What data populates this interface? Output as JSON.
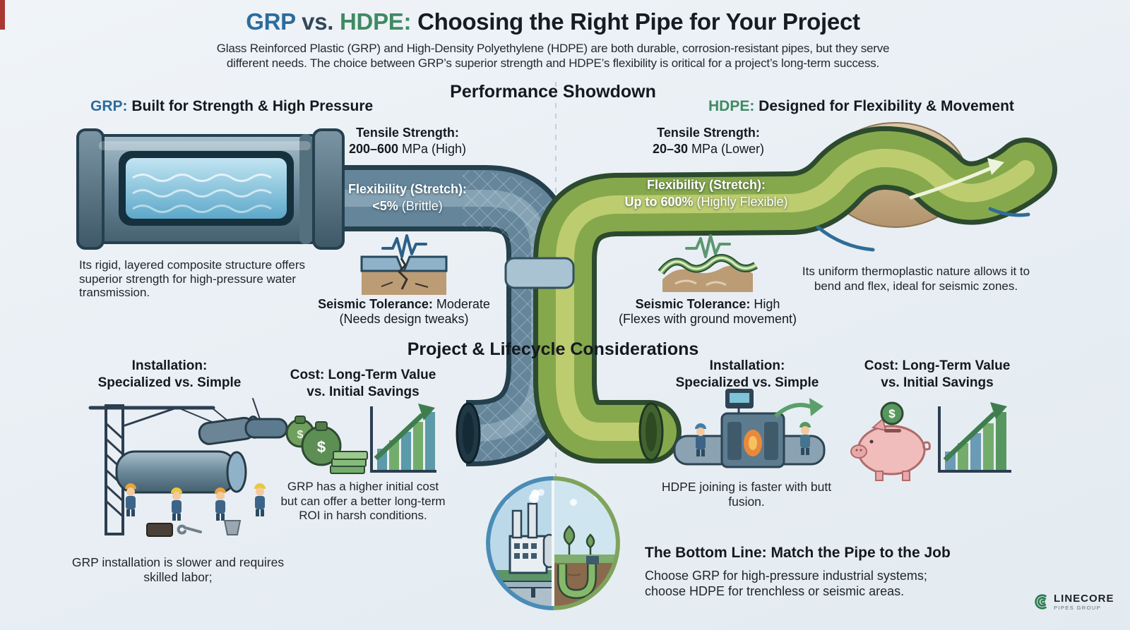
{
  "page": {
    "title": {
      "grp": "GRP",
      "vs": " vs. ",
      "hdpe": "HDPE:",
      "rest": " Choosing the Right Pipe for Your Project"
    },
    "subtitle": {
      "line1": "Glass Reinforced Plastic (GRP) and High-Density Polyethylene (HDPE) are both durable, corrosion-resistant pipes, but they serve",
      "line2": "different needs. The choice between GRP’s superior strength and HDPE’s flexibility is oritical for a project’s long-term success."
    }
  },
  "performance": {
    "heading": "Performance Showdown",
    "grp": {
      "heading_accent": "GRP:",
      "heading_rest": " Built for Strength & High Pressure",
      "tensile_label": "Tensile Strength:",
      "tensile_value": "200–600",
      "tensile_unit": " MPa (High)",
      "flex_label": "Flexibility (Stretch):",
      "flex_value": "<5%",
      "flex_note": " (Brittle)",
      "seismic_label": "Seismic Tolerance:",
      "seismic_value": " Moderate",
      "seismic_note": "(Needs design tweaks)",
      "description": "Its rigid, layered composite structure offers superior strength for high-pressure water transmission."
    },
    "hdpe": {
      "heading_accent": "HDPE:",
      "heading_rest": " Designed for Flexibility & Movement",
      "tensile_label": "Tensile Strength:",
      "tensile_value": "20–30",
      "tensile_unit": " MPa (Lower)",
      "flex_label": "Flexibility (Stretch):",
      "flex_value": "Up to 600%",
      "flex_note": " (Highly Flexible)",
      "seismic_label": "Seismic Tolerance:",
      "seismic_value": " High",
      "seismic_note": "(Flexes with ground movement)",
      "description": "Its uniform thermoplastic nature allows it to bend and flex, ideal for seismic zones."
    }
  },
  "lifecycle": {
    "heading": "Project & Lifecycle Considerations",
    "grp_install": {
      "heading_line1": "Installation:",
      "heading_line2": "Specialized vs. Simple",
      "caption": "GRP installation is slower and requires skilled labor;"
    },
    "grp_cost": {
      "heading_line1": "Cost: Long-Term Value",
      "heading_line2": "vs. Initial Savings",
      "caption": "GRP has a higher initial cost but can offer a better long-term ROI in harsh conditions."
    },
    "hdpe_install": {
      "heading_line1": "Installation:",
      "heading_line2": "Specialized vs. Simple",
      "caption": "HDPE joining is faster with butt fusion."
    },
    "hdpe_cost": {
      "heading_line1": "Cost: Long-Term Value",
      "heading_line2": "vs. Initial Savings"
    }
  },
  "bottom_line": {
    "heading": "The Bottom Line: Match the Pipe to the Job",
    "line1": "Choose GRP for high-pressure industrial systems;",
    "line2": "choose HDPE for trenchless or seismic areas."
  },
  "logo": {
    "name": "LINECORE",
    "tagline": "PIPES GROUP"
  },
  "icons": {
    "dollar": "$"
  },
  "colors": {
    "grp_accent": "#2d6c9c",
    "hdpe_accent": "#3f8a63",
    "text_dark": "#1b2127",
    "grp_pipe": "#64859a",
    "hdpe_pipe": "#86a84c",
    "soil_tan": "#bb9c75"
  }
}
